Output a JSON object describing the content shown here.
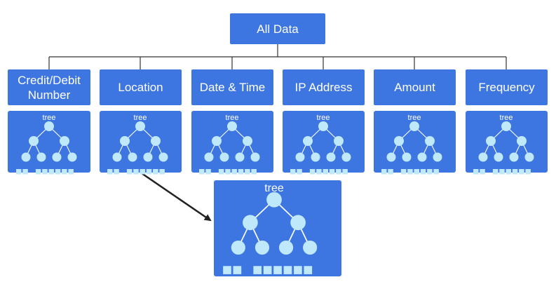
{
  "diagram": {
    "root": {
      "label": "All Data"
    },
    "categories": [
      {
        "label": "Credit/Debit Number"
      },
      {
        "label": "Location"
      },
      {
        "label": "Date & Time"
      },
      {
        "label": "IP Address"
      },
      {
        "label": "Amount"
      },
      {
        "label": "Frequency"
      }
    ],
    "tree_label": "tree",
    "expanded_tree_label": "tree",
    "colors": {
      "box": "#3e76e1",
      "node": "#bfe9fb",
      "edge": "#ffffff",
      "connector": "#333333",
      "arrow": "#222222"
    }
  }
}
